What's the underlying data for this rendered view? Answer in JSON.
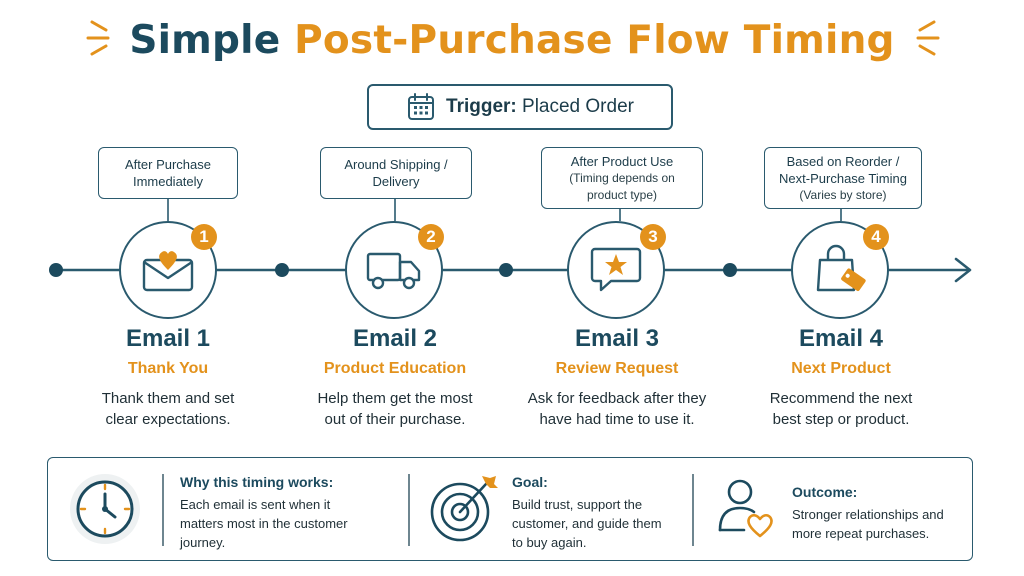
{
  "title": {
    "part1": "Simple",
    "part2": "Post-Purchase Flow Timing"
  },
  "trigger": {
    "label": "Trigger:",
    "value": "Placed Order"
  },
  "steps": [
    {
      "number": "1",
      "timing_line1": "After Purchase",
      "timing_line2": "Immediately",
      "timing_note": "",
      "email": "Email 1",
      "name": "Thank You",
      "desc_line1": "Thank them and set",
      "desc_line2": "clear expectations.",
      "icon": "envelope-heart-icon"
    },
    {
      "number": "2",
      "timing_line1": "Around Shipping /",
      "timing_line2": "Delivery",
      "timing_note": "",
      "email": "Email 2",
      "name": "Product Education",
      "desc_line1": "Help them get the most",
      "desc_line2": "out of their purchase.",
      "icon": "truck-icon"
    },
    {
      "number": "3",
      "timing_line1": "After Product Use",
      "timing_line2": "(Timing depends on",
      "timing_note": "product type)",
      "email": "Email 3",
      "name": "Review Request",
      "desc_line1": "Ask for feedback after they",
      "desc_line2": "have had time to use it.",
      "icon": "star-chat-icon"
    },
    {
      "number": "4",
      "timing_line1": "Based on Reorder /",
      "timing_line2": "Next-Purchase Timing",
      "timing_note": "(Varies by store)",
      "email": "Email 4",
      "name": "Next Product",
      "desc_line1": "Recommend the next",
      "desc_line2": "best step or product.",
      "icon": "shopping-bag-tag-icon"
    }
  ],
  "bottom": {
    "why": {
      "title": "Why this timing works:",
      "line1": "Each email is sent when it",
      "line2": "matters most in the customer",
      "line3": "journey.",
      "icon": "clock-icon"
    },
    "goal": {
      "title": "Goal:",
      "line1": "Build trust, support the",
      "line2": "customer, and guide them",
      "line3": "to buy again.",
      "icon": "target-icon"
    },
    "outcome": {
      "title": "Outcome:",
      "line1": "Stronger relationships and",
      "line2": "more repeat purchases.",
      "icon": "person-heart-icon"
    }
  },
  "colors": {
    "navy": "#1c4a5e",
    "orange": "#e3921c",
    "line": "#2a5a6e"
  }
}
